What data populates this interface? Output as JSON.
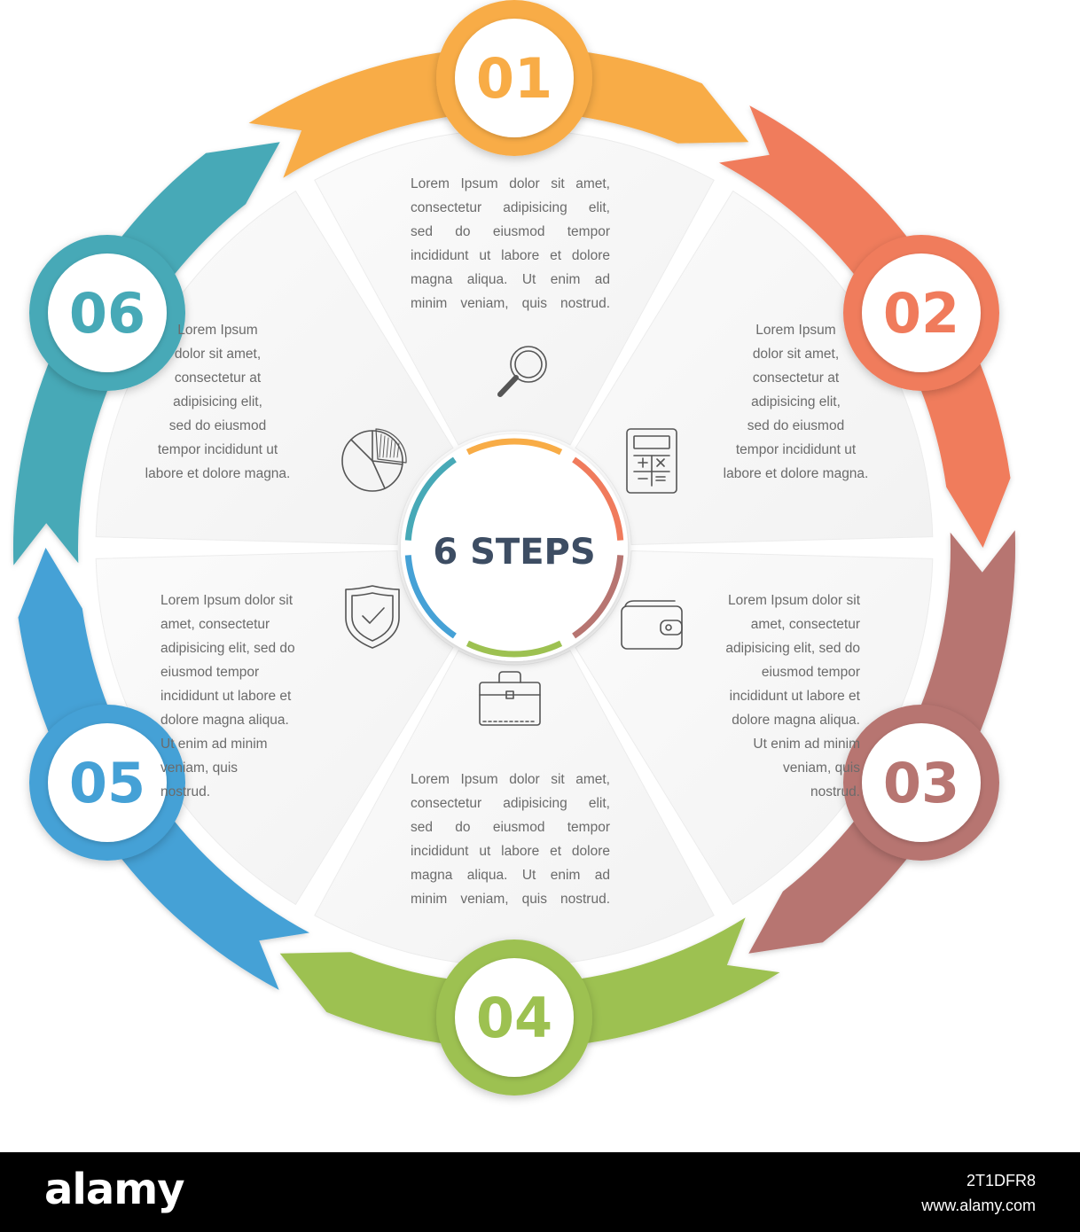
{
  "center_label": "6 STEPS",
  "steps": [
    {
      "number": "01",
      "color": "#f8ac46",
      "lines": [
        "Lorem Ipsum dolor sit amet,",
        "consectetur adipisicing elit,",
        "sed do eiusmod tempor",
        "incididunt ut labore et dolore",
        "magna aliqua. Ut enim ad",
        "minim veniam, quis nostrud."
      ],
      "icon": "magnifier-icon"
    },
    {
      "number": "02",
      "color": "#f07b5c",
      "lines": [
        "Lorem Ipsum",
        "dolor sit amet,",
        "consectetur at",
        "adipisicing elit,",
        "sed do eiusmod",
        "tempor incididunt ut",
        "labore et dolore magna."
      ],
      "icon": "calculator-icon"
    },
    {
      "number": "03",
      "color": "#b77571",
      "lines": [
        "Lorem Ipsum dolor sit",
        "amet, consectetur",
        "adipisicing elit, sed do",
        "eiusmod tempor",
        "incididunt ut labore et",
        "dolore magna aliqua.",
        "Ut enim ad minim",
        "veniam, quis",
        "nostrud."
      ],
      "icon": "wallet-icon"
    },
    {
      "number": "04",
      "color": "#9dc151",
      "lines": [
        "Lorem Ipsum dolor sit amet,",
        "consectetur adipisicing elit,",
        "sed do eiusmod tempor",
        "incididunt ut labore et dolore",
        "magna aliqua. Ut enim ad",
        "minim veniam, quis nostrud."
      ],
      "icon": "briefcase-icon"
    },
    {
      "number": "05",
      "color": "#45a1d6",
      "lines": [
        "Lorem Ipsum dolor sit",
        "amet, consectetur",
        "adipisicing elit, sed do",
        "eiusmod tempor",
        "incididunt ut labore et",
        "dolore magna aliqua.",
        "Ut enim ad minim",
        "veniam, quis",
        "nostrud."
      ],
      "icon": "shield-check-icon"
    },
    {
      "number": "06",
      "color": "#47a9b7",
      "lines": [
        "Lorem Ipsum",
        "dolor sit amet,",
        "consectetur at",
        "adipisicing elit,",
        "sed do eiusmod",
        "tempor incididunt ut",
        "labore et dolore magna."
      ],
      "icon": "pie-chart-icon"
    }
  ],
  "footer": {
    "logo": "alamy",
    "image_id": "2T1DFR8",
    "url": "www.alamy.com"
  }
}
